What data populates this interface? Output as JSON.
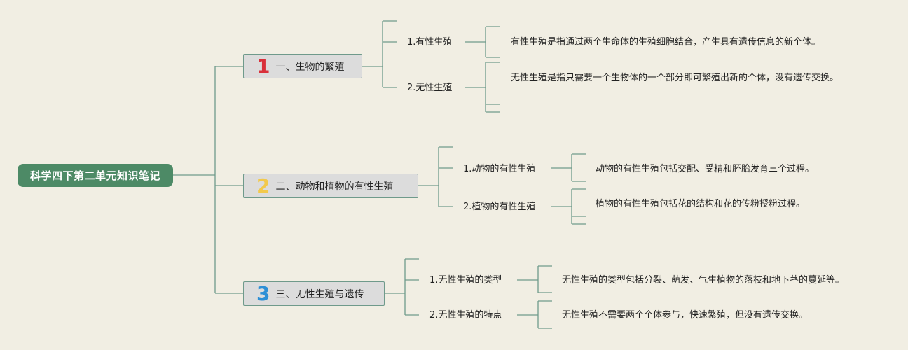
{
  "root": {
    "title": "科学四下第二单元知识笔记"
  },
  "colors": {
    "background": "#f1eee3",
    "root_fill": "#4d8a66",
    "connector": "#6f9a8b",
    "topic_fill": "#dcdcdc",
    "num1": "#d9303a",
    "num2": "#f2c94c",
    "num3": "#2d8fd6"
  },
  "topics": [
    {
      "number": "1",
      "title": "一、生物的繁殖",
      "subtopics": [
        {
          "title": "1.有性生殖",
          "desc": "有性生殖是指通过两个生命体的生殖细胞结合，产生具有遗传信息的新个体。"
        },
        {
          "title": "2.无性生殖",
          "desc": "无性生殖是指只需要一个生物体的一个部分即可繁殖出新的个体，没有遗传交换。"
        }
      ]
    },
    {
      "number": "2",
      "title": "二、动物和植物的有性生殖",
      "subtopics": [
        {
          "title": "1.动物的有性生殖",
          "desc": "动物的有性生殖包括交配、受精和胚胎发育三个过程。"
        },
        {
          "title": "2.植物的有性生殖",
          "desc": "植物的有性生殖包括花的结构和花的传粉授粉过程。"
        }
      ]
    },
    {
      "number": "3",
      "title": "三、无性生殖与遗传",
      "subtopics": [
        {
          "title": "1.无性生殖的类型",
          "desc": "无性生殖的类型包括分裂、萌发、气生植物的落枝和地下茎的蔓延等。"
        },
        {
          "title": "2.无性生殖的特点",
          "desc": "无性生殖不需要两个个体参与，快速繁殖，但没有遗传交换。"
        }
      ]
    }
  ]
}
